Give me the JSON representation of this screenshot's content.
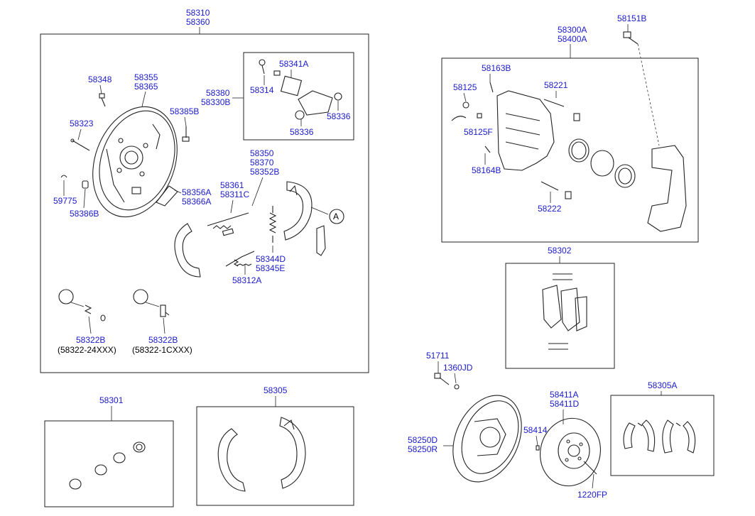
{
  "colors": {
    "label": "#1a1acc",
    "label_alt": "#000000",
    "line": "#222222",
    "background": "#ffffff"
  },
  "labels": {
    "p58310": "58310",
    "p58360": "58360",
    "p58348": "58348",
    "p58355": "58355",
    "p58365": "58365",
    "p58323": "58323",
    "p58385B": "58385B",
    "p58380": "58380",
    "p58330B": "58330B",
    "p58341A": "58341A",
    "p58314": "58314",
    "p58336a": "58336",
    "p58336b": "58336",
    "p59775": "59775",
    "p58386B": "58386B",
    "p58350": "58350",
    "p58370": "58370",
    "p58352B": "58352B",
    "p58361": "58361",
    "p58311C": "58311C",
    "p58356A": "58356A",
    "p58366A": "58366A",
    "circleA": "A",
    "p58344D": "58344D",
    "p58345E": "58345E",
    "p58312A": "58312A",
    "p58322B_1": "58322B",
    "p58322B_1sub": "(58322-24XXX)",
    "p58322B_2": "58322B",
    "p58322B_2sub": "(58322-1CXXX)",
    "p58301": "58301",
    "p58305": "58305",
    "p58151B": "58151B",
    "p58300A": "58300A",
    "p58400A": "58400A",
    "p58163B": "58163B",
    "p58125": "58125",
    "p58221": "58221",
    "p58125F": "58125F",
    "p58164B": "58164B",
    "p58222": "58222",
    "p58302": "58302",
    "p51711": "51711",
    "p1360JD": "1360JD",
    "p58411A": "58411A",
    "p58411D": "58411D",
    "p58414": "58414",
    "p58250D": "58250D",
    "p58250R": "58250R",
    "p58305A": "58305A",
    "p1220FP": "1220FP"
  }
}
